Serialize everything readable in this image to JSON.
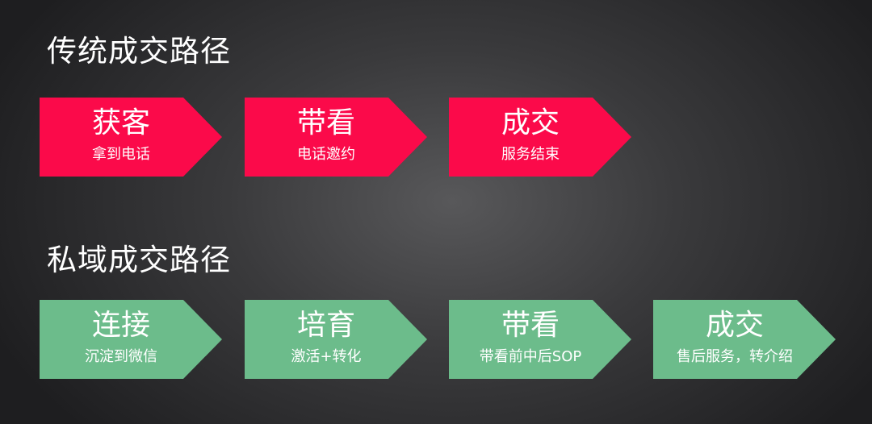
{
  "traditional": {
    "title": "传统成交路径",
    "color": "#fb0a4a",
    "steps": [
      {
        "title": "获客",
        "subtitle": "拿到电话"
      },
      {
        "title": "带看",
        "subtitle": "电话邀约"
      },
      {
        "title": "成交",
        "subtitle": "服务结束"
      }
    ]
  },
  "private": {
    "title": "私域成交路径",
    "color": "#6cbc8b",
    "steps": [
      {
        "title": "连接",
        "subtitle": "沉淀到微信"
      },
      {
        "title": "培育",
        "subtitle": "激活+转化"
      },
      {
        "title": "带看",
        "subtitle": "带看前中后SOP"
      },
      {
        "title": "成交",
        "subtitle": "售后服务，转介绍"
      }
    ]
  }
}
